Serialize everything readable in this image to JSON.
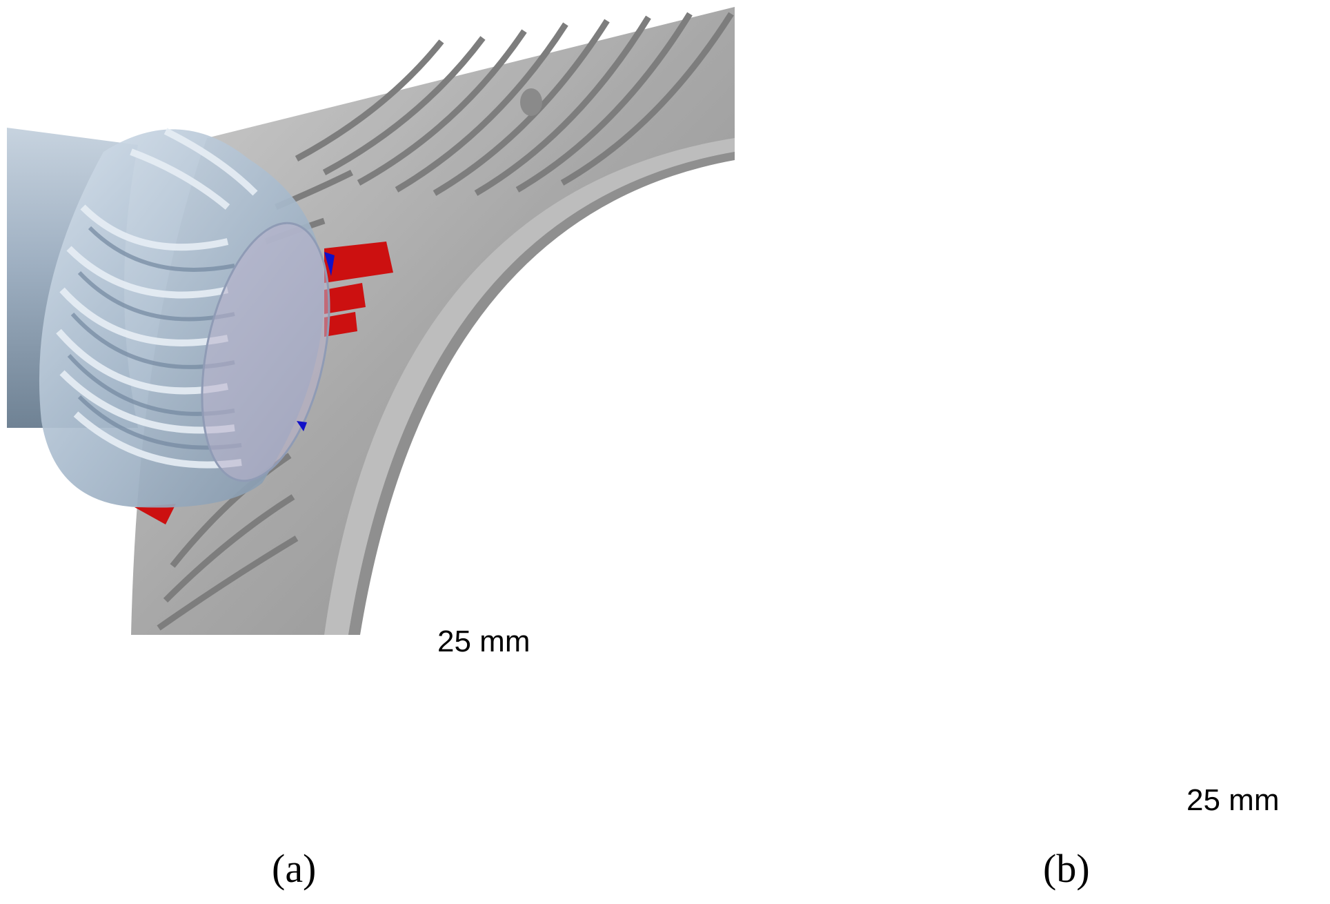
{
  "panels": [
    {
      "id": "a",
      "caption": "(a)",
      "scale_bar": "25 mm"
    },
    {
      "id": "b",
      "caption": "(b)",
      "scale_bar": "25 mm"
    }
  ],
  "colors": {
    "background": "#ffffff",
    "gear_gray": "#a9a9a9",
    "pinion_blue_gray": "#aebfd0",
    "contact_red": "#cc1010",
    "contact_blue": "#1010c8"
  }
}
